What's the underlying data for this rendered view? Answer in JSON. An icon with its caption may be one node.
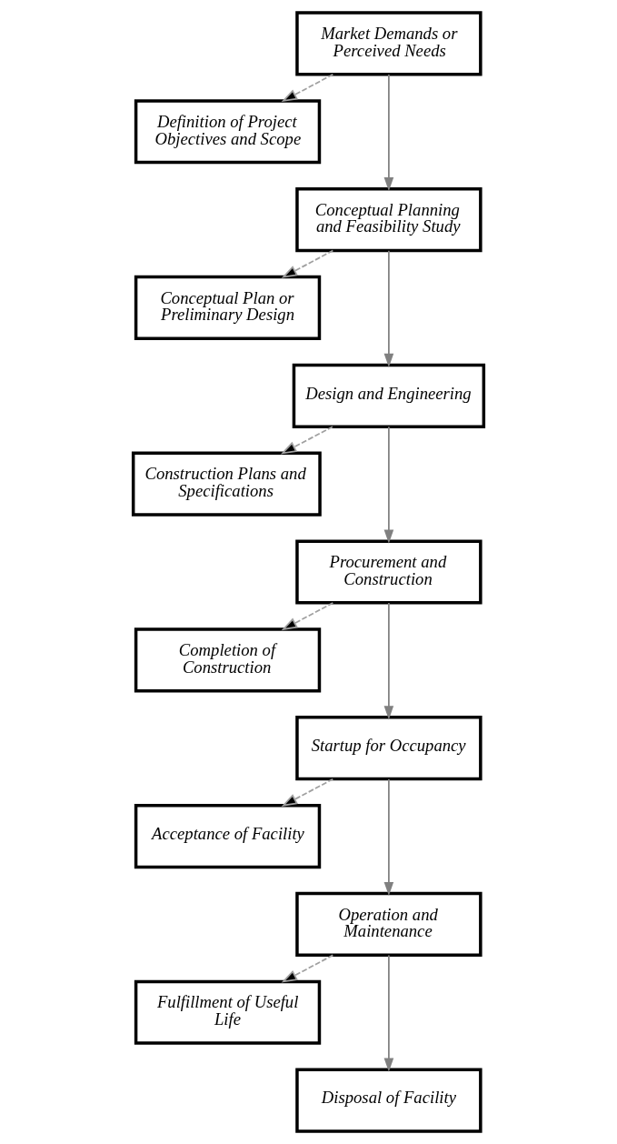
{
  "diagram": {
    "nodes": [
      {
        "text": [
          "Market Demands or Perceived Needs"
        ]
      },
      {
        "text": [
          "Definition of Project Objectives and Scope"
        ]
      },
      {
        "text": [
          "Conceptual Planning and Feasibility Study"
        ]
      },
      {
        "text": [
          "Conceptual Plan or Preliminary Design"
        ]
      },
      {
        "text": [
          "Design and Engineering"
        ]
      },
      {
        "text": [
          "Construction Plans and Specifications"
        ]
      },
      {
        "text": [
          "Procurement and Construction"
        ]
      },
      {
        "text": [
          "Completion of Construction"
        ]
      },
      {
        "text": [
          "Startup for Occupancy"
        ]
      },
      {
        "text": [
          "Acceptance of Facility"
        ]
      },
      {
        "text": [
          "Operation and Maintenance"
        ]
      },
      {
        "text": [
          "Fulfillment of Useful Life"
        ]
      },
      {
        "text": [
          "Disposal of Facility"
        ]
      }
    ],
    "edges": [
      {
        "from": 0,
        "to": 2,
        "arrow": "to"
      },
      {
        "from": 0,
        "to": 1,
        "arrow": "to",
        "style": "dashed"
      },
      {
        "from": 2,
        "to": 4,
        "arrow": "to"
      },
      {
        "from": 2,
        "to": 3,
        "arrow": "to",
        "style": "dashed"
      },
      {
        "from": 4,
        "to": 6,
        "arrow": "to"
      },
      {
        "from": 4,
        "to": 5,
        "arrow": "to",
        "style": "dashed"
      },
      {
        "from": 6,
        "to": 8,
        "arrow": "to"
      },
      {
        "from": 6,
        "to": 7,
        "arrow": "to",
        "style": "dashed"
      },
      {
        "from": 8,
        "to": 10,
        "arrow": "to"
      },
      {
        "from": 8,
        "to": 9,
        "arrow": "to",
        "style": "dashed"
      },
      {
        "from": 10,
        "to": 12,
        "arrow": "to"
      },
      {
        "from": 10,
        "to": 11,
        "arrow": "to",
        "style": "dashed"
      }
    ]
  }
}
